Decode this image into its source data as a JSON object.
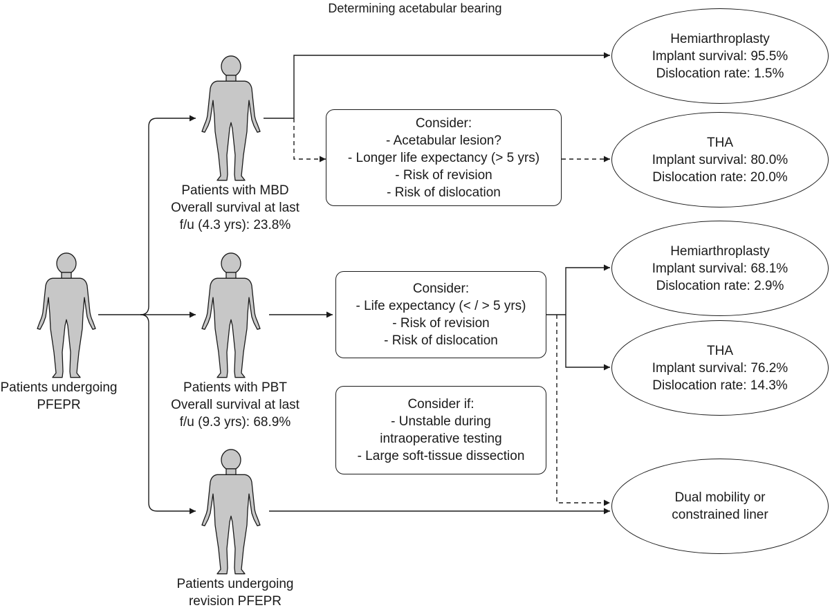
{
  "title": "Determining acetabular bearing",
  "figures": {
    "pfepr": [
      "Patients undergoing",
      "PFEPR"
    ],
    "mbd": [
      "Patients with MBD",
      "Overall survival at last",
      "f/u (4.3 yrs): 23.8%"
    ],
    "pbt": [
      "Patients with PBT",
      "Overall survival at last",
      "f/u (9.3 yrs): 68.9%"
    ],
    "revision": [
      "Patients undergoing",
      "revision PFEPR"
    ]
  },
  "boxes": {
    "mbd_consider": [
      "Consider:",
      "- Acetabular lesion?",
      "- Longer life expectancy (> 5 yrs)",
      "- Risk of revision",
      "- Risk of dislocation"
    ],
    "pbt_consider": [
      "Consider:",
      "- Life expectancy (< / > 5 yrs)",
      "- Risk of revision",
      "- Risk of dislocation"
    ],
    "consider_if": [
      "Consider if:",
      "- Unstable during",
      "intraoperative testing",
      "- Large soft-tissue dissection"
    ]
  },
  "outcomes": {
    "mbd_hemi": [
      "Hemiarthroplasty",
      "Implant survival: 95.5%",
      "Dislocation rate: 1.5%"
    ],
    "mbd_tha": [
      "THA",
      "Implant survival: 80.0%",
      "Dislocation rate: 20.0%"
    ],
    "pbt_hemi": [
      "Hemiarthroplasty",
      "Implant survival: 68.1%",
      "Dislocation rate: 2.9%"
    ],
    "pbt_tha": [
      "THA",
      "Implant survival: 76.2%",
      "Dislocation rate: 14.3%"
    ],
    "dual": [
      "Dual mobility or",
      "constrained liner"
    ]
  },
  "colors": {
    "figure_fill": "#c7c7c7",
    "stroke": "#1a1a1a"
  }
}
